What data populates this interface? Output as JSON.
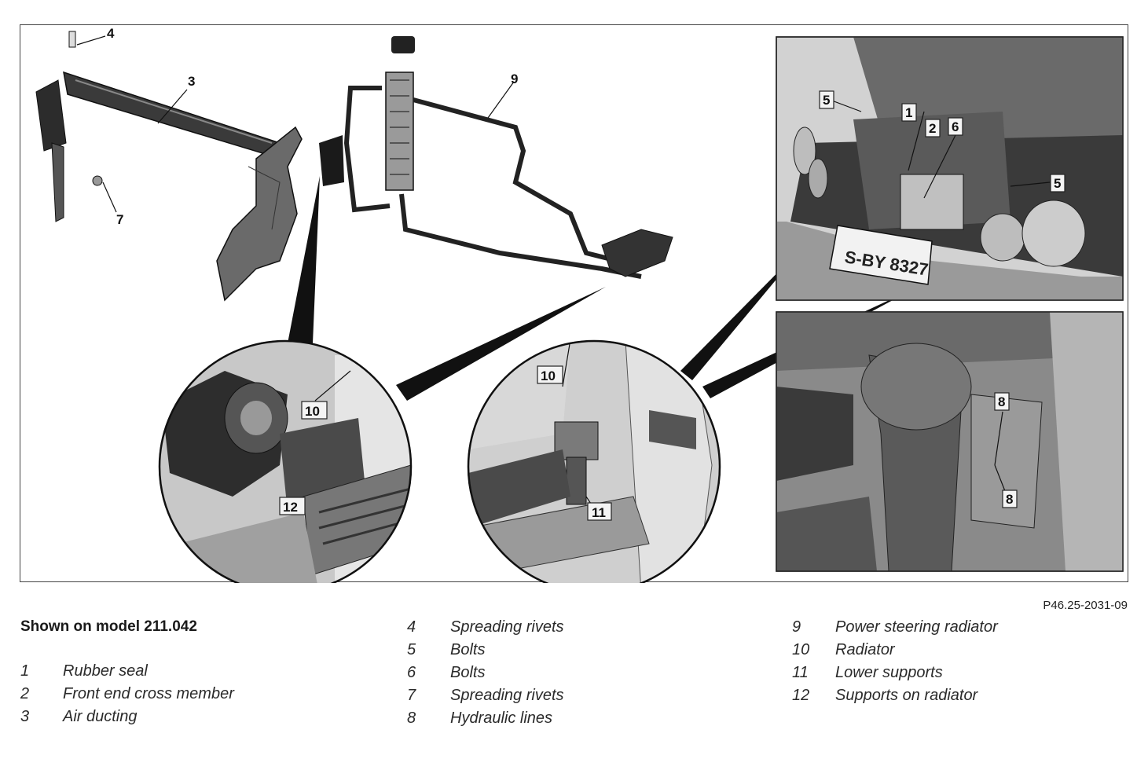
{
  "figure": {
    "reference_code": "P46.25-2031-09",
    "caption": "Shown on model 211.042",
    "callouts": {
      "c1": "1",
      "c2": "2",
      "c3": "3",
      "c4": "4",
      "c5": "5",
      "c6": "6",
      "c7": "7",
      "c8": "8",
      "c9": "9",
      "c10": "10",
      "c11": "11",
      "c12": "12",
      "plate": "S-BY 8327"
    }
  },
  "legend": {
    "columns": [
      {
        "items": [
          {
            "num": "1",
            "text": "Rubber seal"
          },
          {
            "num": "2",
            "text": "Front end cross member"
          },
          {
            "num": "3",
            "text": "Air ducting"
          }
        ]
      },
      {
        "items": [
          {
            "num": "4",
            "text": "Spreading rivets"
          },
          {
            "num": "5",
            "text": "Bolts"
          },
          {
            "num": "6",
            "text": "Bolts"
          },
          {
            "num": "7",
            "text": "Spreading rivets"
          },
          {
            "num": "8",
            "text": "Hydraulic lines"
          }
        ]
      },
      {
        "items": [
          {
            "num": "9",
            "text": "Power steering radiator"
          },
          {
            "num": "10",
            "text": "Radiator"
          },
          {
            "num": "11",
            "text": "Lower supports"
          },
          {
            "num": "12",
            "text": "Supports on radiator"
          }
        ]
      }
    ]
  }
}
